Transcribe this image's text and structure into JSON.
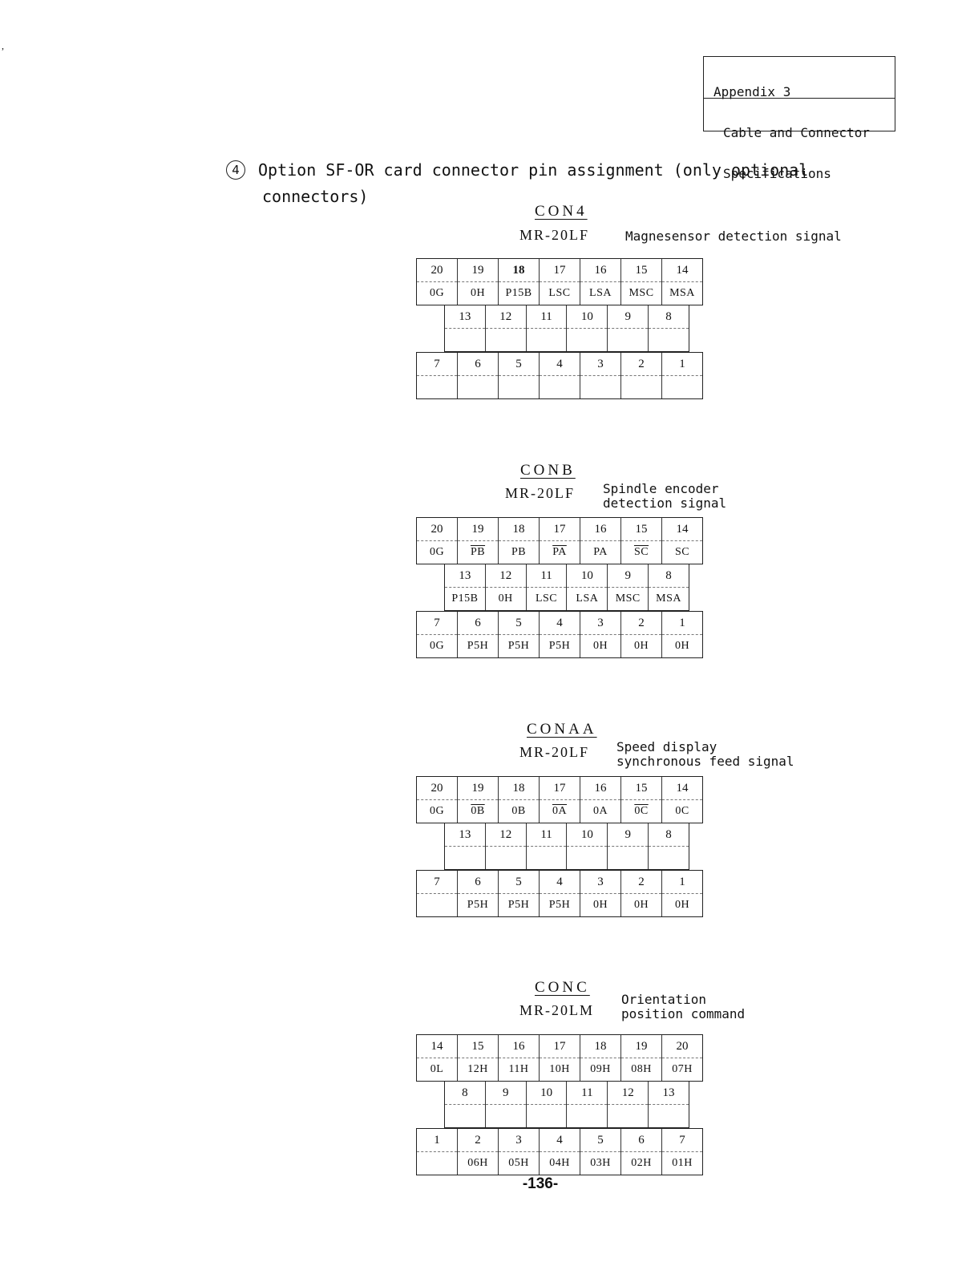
{
  "header": {
    "line1": "Appendix 3",
    "line2": "Cable and Connector",
    "line3": "Specifications"
  },
  "section": {
    "number": "4",
    "line1": "Option SF-OR card connector pin assignment (only optional",
    "line2": "connectors)"
  },
  "connectors": [
    {
      "name": "CON4",
      "type": "MR-20LF",
      "description": "Magnesensor detection signal",
      "rows": [
        [
          {
            "pin": "20",
            "sig": ""
          },
          {
            "pin": "19",
            "sig": ""
          },
          {
            "pin": "18",
            "sig": ""
          },
          {
            "pin": "17",
            "sig": ""
          },
          {
            "pin": "16",
            "sig": ""
          },
          {
            "pin": "15",
            "sig": ""
          },
          {
            "pin": "14",
            "sig": ""
          }
        ],
        [
          {
            "pin": "13",
            "sig": ""
          },
          {
            "pin": "12",
            "sig": ""
          },
          {
            "pin": "11",
            "sig": ""
          },
          {
            "pin": "10",
            "sig": ""
          },
          {
            "pin": "9",
            "sig": ""
          },
          {
            "pin": "8",
            "sig": ""
          }
        ],
        [
          {
            "pin": "7",
            "sig": ""
          },
          {
            "pin": "6",
            "sig": ""
          },
          {
            "pin": "5",
            "sig": ""
          },
          {
            "pin": "4",
            "sig": ""
          },
          {
            "pin": "3",
            "sig": ""
          },
          {
            "pin": "2",
            "sig": ""
          },
          {
            "pin": "1",
            "sig": ""
          }
        ]
      ],
      "row1_signals": [
        "0G",
        "0H",
        "P15B",
        "LSC",
        "LSA",
        "MSC",
        "MSA"
      ]
    },
    {
      "name": "CONB",
      "type": "MR-20LF",
      "description": "Spindle encoder\ndetection signal",
      "rows": [
        [
          {
            "pin": "20",
            "sig": "0G"
          },
          {
            "pin": "19",
            "sig": "PB",
            "bar": true
          },
          {
            "pin": "18",
            "sig": "PB"
          },
          {
            "pin": "17",
            "sig": "PA",
            "bar": true
          },
          {
            "pin": "16",
            "sig": "PA"
          },
          {
            "pin": "15",
            "sig": "SC",
            "bar": true
          },
          {
            "pin": "14",
            "sig": "SC"
          }
        ],
        [
          {
            "pin": "13",
            "sig": "P15B"
          },
          {
            "pin": "12",
            "sig": "0H"
          },
          {
            "pin": "11",
            "sig": "LSC"
          },
          {
            "pin": "10",
            "sig": "LSA"
          },
          {
            "pin": "9",
            "sig": "MSC"
          },
          {
            "pin": "8",
            "sig": "MSA"
          }
        ],
        [
          {
            "pin": "7",
            "sig": "0G"
          },
          {
            "pin": "6",
            "sig": "P5H"
          },
          {
            "pin": "5",
            "sig": "P5H"
          },
          {
            "pin": "4",
            "sig": "P5H"
          },
          {
            "pin": "3",
            "sig": "0H"
          },
          {
            "pin": "2",
            "sig": "0H"
          },
          {
            "pin": "1",
            "sig": "0H"
          }
        ]
      ]
    },
    {
      "name": "CONAA",
      "type": "MR-20LF",
      "description": "Speed display\nsynchronous feed signal",
      "rows": [
        [
          {
            "pin": "20",
            "sig": "0G"
          },
          {
            "pin": "19",
            "sig": "0B",
            "bar": true
          },
          {
            "pin": "18",
            "sig": "0B"
          },
          {
            "pin": "17",
            "sig": "0A",
            "bar": true
          },
          {
            "pin": "16",
            "sig": "0A"
          },
          {
            "pin": "15",
            "sig": "0C",
            "bar": true
          },
          {
            "pin": "14",
            "sig": "0C"
          }
        ],
        [
          {
            "pin": "13",
            "sig": ""
          },
          {
            "pin": "12",
            "sig": ""
          },
          {
            "pin": "11",
            "sig": ""
          },
          {
            "pin": "10",
            "sig": ""
          },
          {
            "pin": "9",
            "sig": ""
          },
          {
            "pin": "8",
            "sig": ""
          }
        ],
        [
          {
            "pin": "7",
            "sig": ""
          },
          {
            "pin": "6",
            "sig": "P5H"
          },
          {
            "pin": "5",
            "sig": "P5H"
          },
          {
            "pin": "4",
            "sig": "P5H"
          },
          {
            "pin": "3",
            "sig": "0H"
          },
          {
            "pin": "2",
            "sig": "0H"
          },
          {
            "pin": "1",
            "sig": "0H"
          }
        ]
      ]
    },
    {
      "name": "CONC",
      "type": "MR-20LM",
      "description": "Orientation\nposition command",
      "rows": [
        [
          {
            "pin": "14",
            "sig": "0L"
          },
          {
            "pin": "15",
            "sig": "12H"
          },
          {
            "pin": "16",
            "sig": "11H"
          },
          {
            "pin": "17",
            "sig": "10H"
          },
          {
            "pin": "18",
            "sig": "09H"
          },
          {
            "pin": "19",
            "sig": "08H"
          },
          {
            "pin": "20",
            "sig": "07H"
          }
        ],
        [
          {
            "pin": "8",
            "sig": ""
          },
          {
            "pin": "9",
            "sig": ""
          },
          {
            "pin": "10",
            "sig": ""
          },
          {
            "pin": "11",
            "sig": ""
          },
          {
            "pin": "12",
            "sig": ""
          },
          {
            "pin": "13",
            "sig": ""
          }
        ],
        [
          {
            "pin": "1",
            "sig": ""
          },
          {
            "pin": "2",
            "sig": "06H"
          },
          {
            "pin": "3",
            "sig": "05H"
          },
          {
            "pin": "4",
            "sig": "04H"
          },
          {
            "pin": "5",
            "sig": "03H"
          },
          {
            "pin": "6",
            "sig": "02H"
          },
          {
            "pin": "7",
            "sig": "01H"
          }
        ]
      ]
    }
  ],
  "page_number": "-136-"
}
